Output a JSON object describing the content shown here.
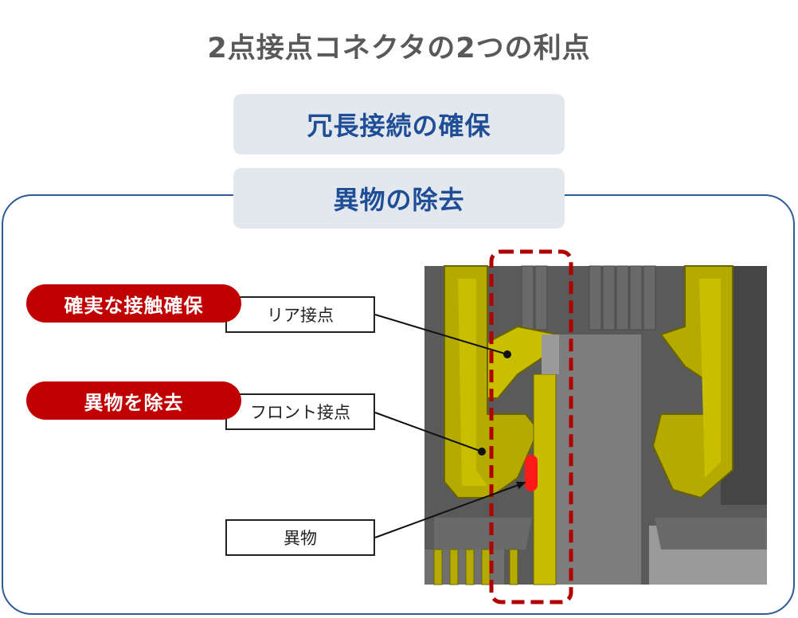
{
  "title": "2点接点コネクタの2つの利点",
  "benefits": [
    "冗長接続の確保",
    "異物の除去"
  ],
  "tags": [
    "確実な接触確保",
    "異物を除去"
  ],
  "labels": [
    "リア接点",
    "フロント接点",
    "異物"
  ],
  "colors": {
    "heading": "#595959",
    "pill_bg": "#e3e8ef",
    "pill_text": "#1f4e96",
    "frame": "#2e5a96",
    "tag_red": "#c00000",
    "contact_yellow": "#b5ab00",
    "housing_gray": "#5a5a5a",
    "pin_gray": "#7d7d7d",
    "debris_red": "#ff1a1a",
    "dashed_outline": "#b00000"
  }
}
